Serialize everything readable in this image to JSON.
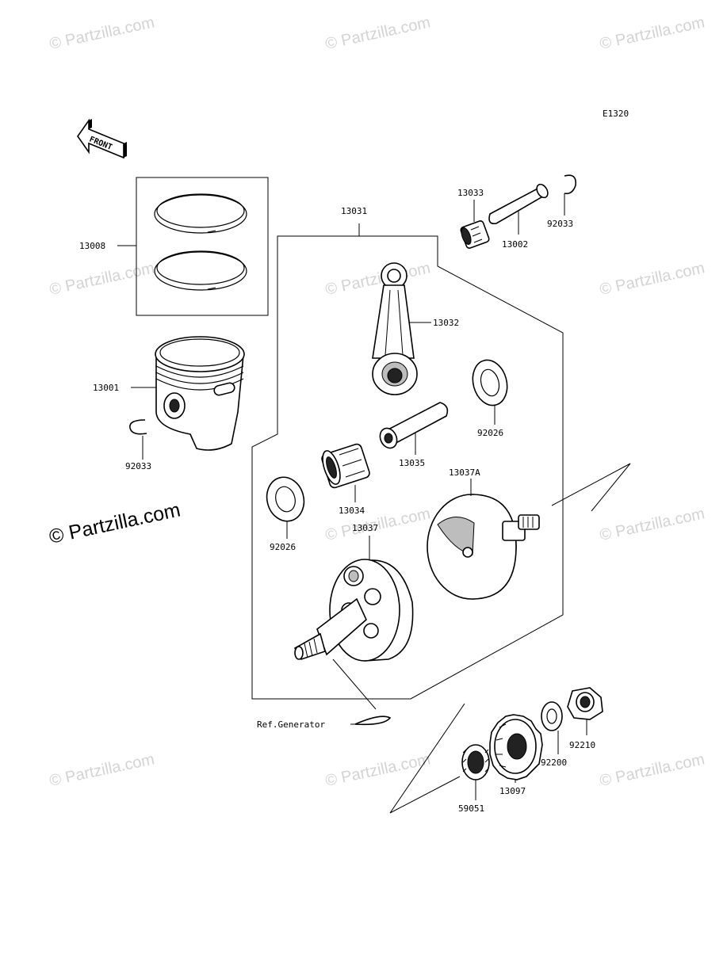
{
  "diagram": {
    "code": "E1320",
    "front_label": "FRONT",
    "ref_label": "Ref.Generator",
    "watermark": "© Partzilla.com",
    "parts": {
      "p13008": "13008",
      "p13001": "13001",
      "p92033a": "92033",
      "p13031": "13031",
      "p13033": "13033",
      "p13002": "13002",
      "p92033b": "92033",
      "p13032": "13032",
      "p92026a": "92026",
      "p13035": "13035",
      "p13037a": "13037A",
      "p13034": "13034",
      "p13037": "13037",
      "p92026b": "92026",
      "p92210": "92210",
      "p92200": "92200",
      "p13097": "13097",
      "p59051": "59051"
    }
  }
}
